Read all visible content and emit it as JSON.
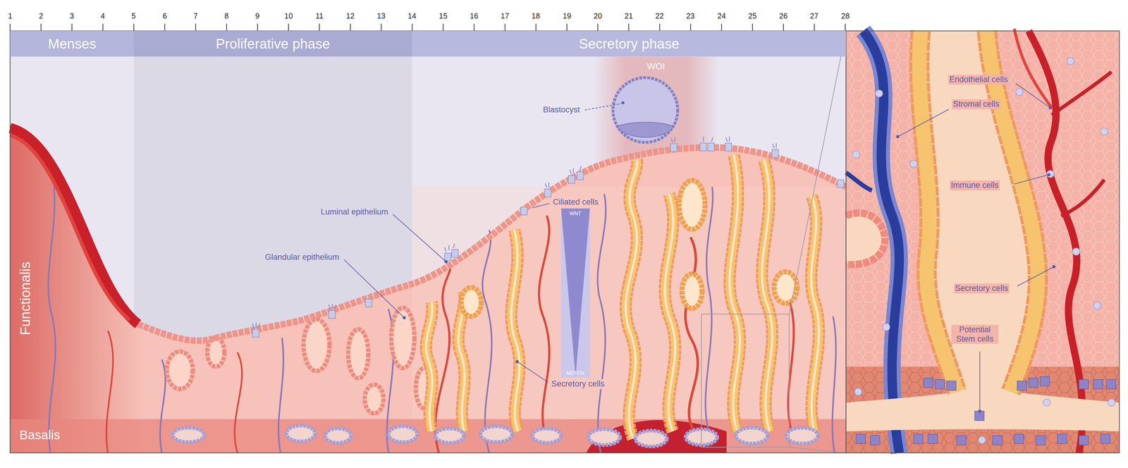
{
  "diagram": {
    "nodes": [
      {
        "text": [
          "Menses"
        ]
      },
      {
        "text": [
          "Proliferative phase"
        ]
      },
      {
        "text": [
          "Secretory phase"
        ]
      }
    ],
    "labels": [
      "1",
      "2",
      "3",
      "4",
      "5",
      "6",
      "7",
      "8",
      "9",
      "10",
      "11",
      "12",
      "13",
      "14",
      "15",
      "16",
      "17",
      "18",
      "19",
      "20",
      "21",
      "22",
      "23",
      "24",
      "25",
      "26",
      "27",
      "28",
      "WOI",
      "Blastocyst",
      "Luminal epithelium",
      "Ciliated cells",
      "WNT",
      "Glandular epithelium",
      "Functionalis",
      "Secretory cells",
      "NOTCH",
      "Basalis",
      "Endothelial cells",
      "Stromal cells",
      "Immune cells",
      "Secretory cells",
      "Potential Stem cells"
    ]
  }
}
